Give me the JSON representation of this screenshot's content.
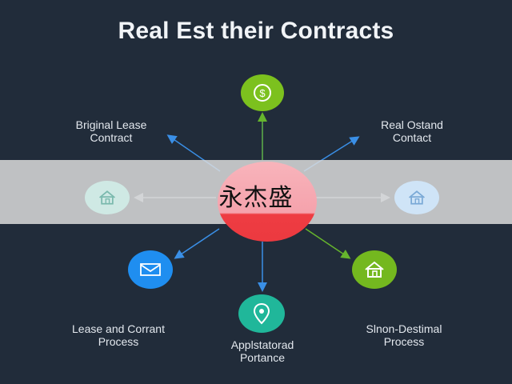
{
  "title": "Real Est their Contracts",
  "watermark": "永杰盛",
  "nodes": {
    "top": {
      "icon": "dollar-icon",
      "color": "#7cc11e"
    },
    "top_left_label": [
      "Briginal Lease",
      "Contract"
    ],
    "top_right_label": [
      "Real Ostand",
      "Contact"
    ],
    "left": {
      "icon": "house-icon",
      "color": "#cfe9e4"
    },
    "right": {
      "icon": "house-icon",
      "color": "#cfe4f7"
    },
    "bottom_left": {
      "icon": "mail-icon",
      "color": "#1f8ef0",
      "label": [
        "Lease and Corrant",
        "Process"
      ]
    },
    "bottom": {
      "icon": "location-pin-icon",
      "color": "#20b79a",
      "label": [
        "Applstatorad",
        "Portance"
      ]
    },
    "bottom_right": {
      "icon": "house-icon",
      "color": "#74b81f",
      "label": [
        "Slnon-Destimal",
        "Process"
      ]
    }
  },
  "hub": {
    "top_color": "#f6a3ad",
    "bottom_color": "#ec3a40"
  }
}
